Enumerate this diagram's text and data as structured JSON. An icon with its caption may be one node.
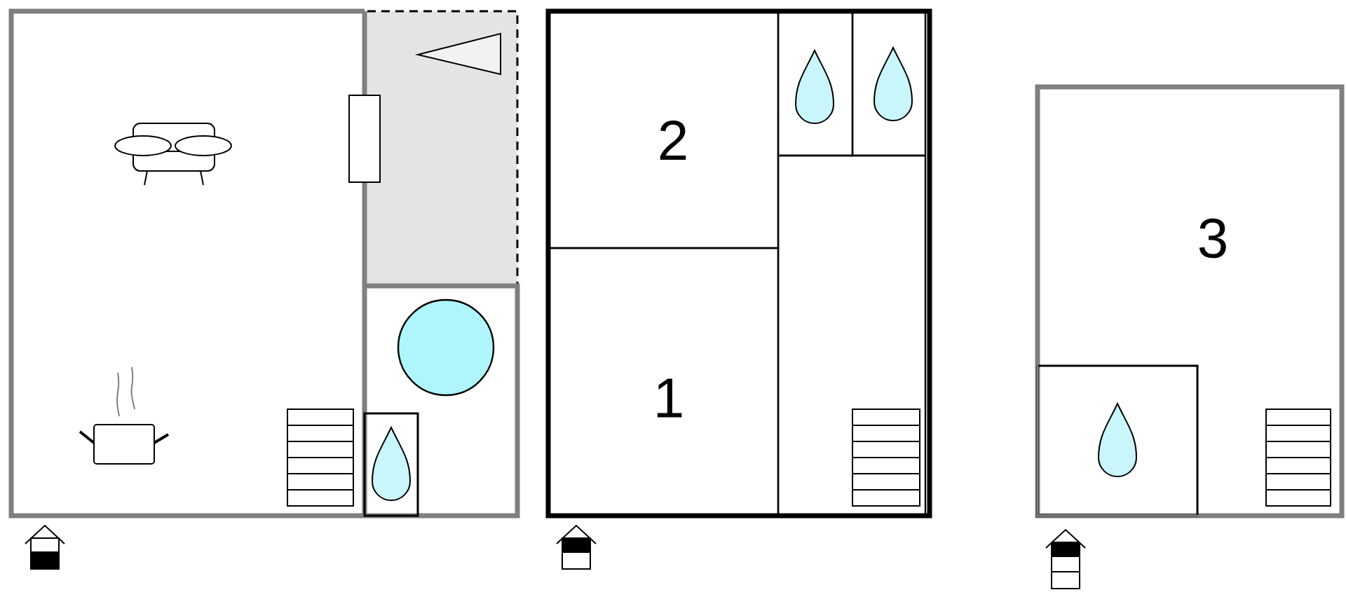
{
  "diagram": {
    "nodes": [
      {
        "text": [
          "2"
        ]
      },
      {
        "text": [
          "1"
        ]
      },
      {
        "text": [
          "3"
        ]
      }
    ]
  }
}
